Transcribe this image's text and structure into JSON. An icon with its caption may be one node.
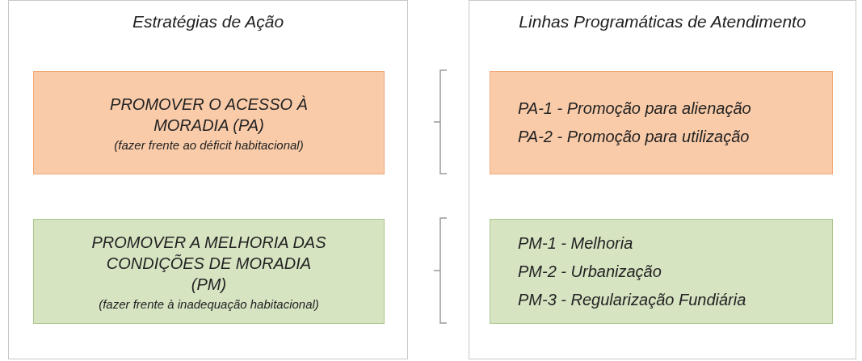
{
  "diagram": {
    "nodes": [
      {
        "text": [
          "Estratégias de Ação"
        ]
      },
      {
        "text": [
          "PROMOVER O ACESSO À MORADIA (PA)",
          "(fazer frente ao déficit habitacional)"
        ],
        "in": 0
      },
      {
        "text": [
          "PROMOVER A MELHORIA DAS CONDIÇÕES DE MORADIA (PM)",
          "(fazer frente à inadequação habitacional)"
        ],
        "in": 0
      },
      {
        "text": [
          "Linhas Programáticas de Atendimento"
        ]
      },
      {
        "text": [
          "PA-1 - Promoção para alienação",
          "PA-2 - Promoção para utilização"
        ],
        "in": 3
      },
      {
        "text": [
          "PM-1 - Melhoria",
          "PM-2 - Urbanização",
          "PM-3 - Regularização Fundiária"
        ],
        "in": 3
      }
    ],
    "edges": []
  }
}
